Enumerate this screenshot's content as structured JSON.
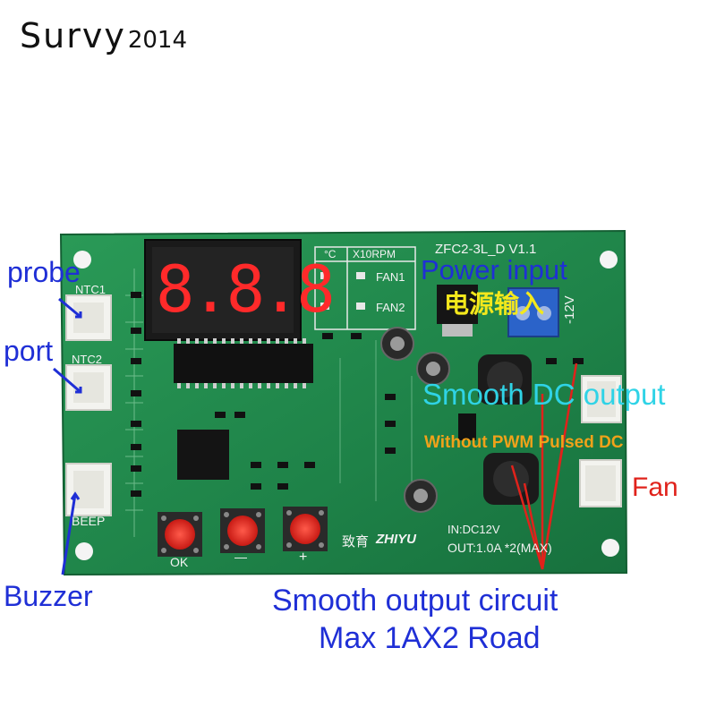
{
  "brand": {
    "name": "Survy",
    "year": "2014"
  },
  "board": {
    "model": "ZFC2-3L_D V1.1",
    "ntc1": "NTC1",
    "ntc2": "NTC2",
    "beep": "BEEP",
    "celsius": "°C",
    "rpm_unit": "X10RPM",
    "fan1": "FAN1",
    "fan2": "FAN2",
    "voltage": "-12V",
    "display": "8.8.8",
    "btn_ok": "OK",
    "btn_minus": "—",
    "btn_plus": "+",
    "maker": "ZHIYU",
    "maker_cn": "致育",
    "input_spec": "IN:DC12V",
    "output_spec": "OUT:1.0A *2(MAX)"
  },
  "annotations": {
    "probe": "probe",
    "port": "port",
    "buzzer": "Buzzer",
    "power_input": "Power input",
    "power_input_cn": "电源输入",
    "smooth_dc": "Smooth DC output",
    "without_pwm": "Without PWM Pulsed DC",
    "fan": "Fan",
    "smooth_circuit": "Smooth output circuit",
    "max_road": "Max 1AX2 Road"
  },
  "colors": {
    "pcb": "#1f8a4c",
    "annotation_blue": "#1f2fd6",
    "annotation_cyan": "#2fd3e6",
    "annotation_red": "#e0221b",
    "annotation_orange": "#f0a21a",
    "annotation_yellow": "#f4e81c"
  }
}
